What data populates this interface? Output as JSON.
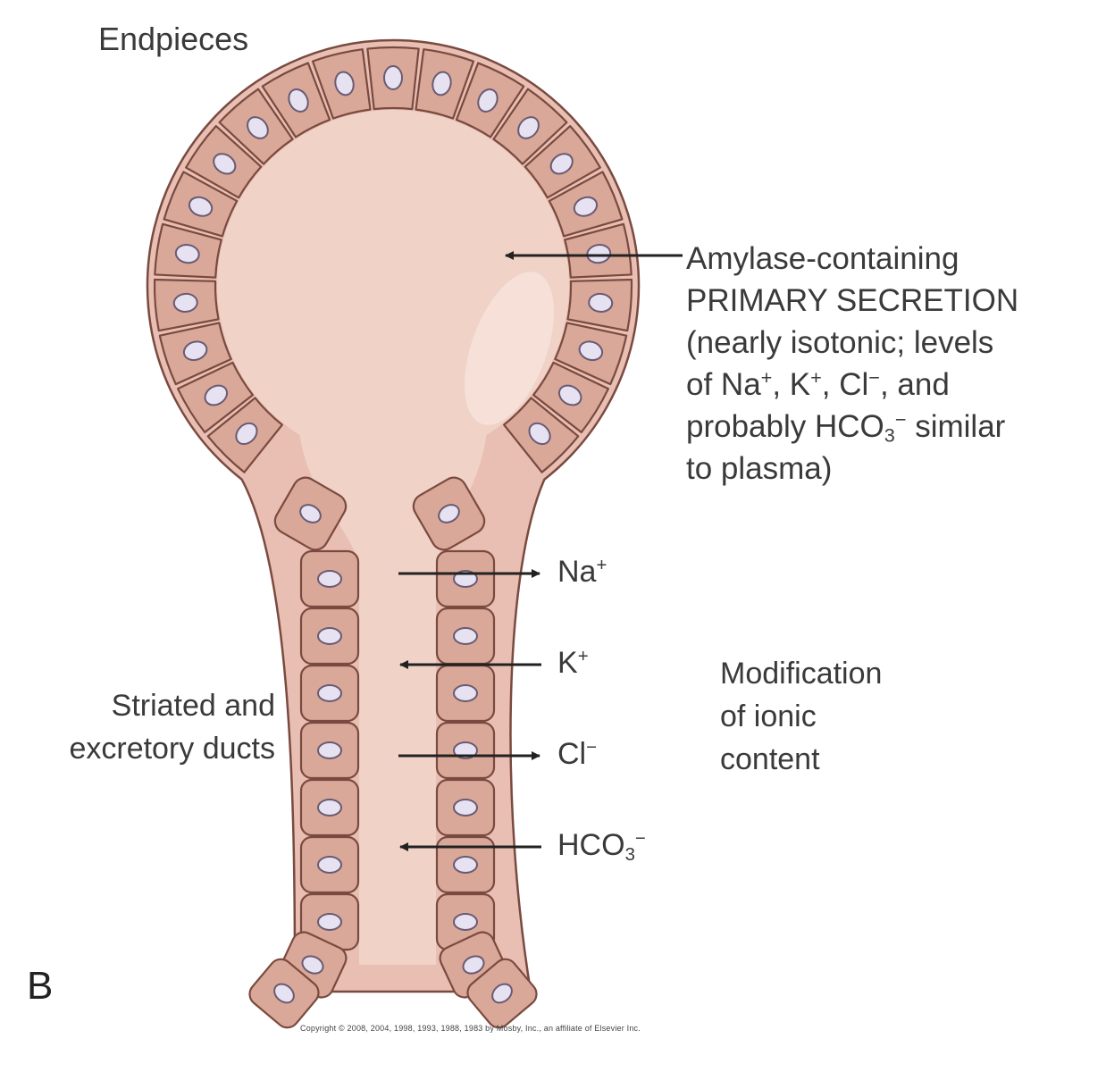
{
  "labels": {
    "endpieces": "Endpieces",
    "panel_letter": "B",
    "copyright": "Copyright © 2008, 2004, 1998, 1993, 1988, 1983 by Mosby, Inc., an affiliate of Elsevier Inc."
  },
  "amylase_note": {
    "line1": "Amylase-containing",
    "line2": "PRIMARY SECRETION",
    "line3": "(nearly isotonic; levels",
    "line4_pre": "of Na",
    "line4_sup1": "+",
    "line4_mid1": ", K",
    "line4_sup2": "+",
    "line4_mid2": ", Cl",
    "line4_sup3": "−",
    "line4_post": ", and",
    "line5_pre": "probably HCO",
    "line5_sub": "3",
    "line5_sup": "−",
    "line5_post": " similar",
    "line6": "to plasma)"
  },
  "modification": {
    "line1": "Modification",
    "line2": "of ionic",
    "line3": "content"
  },
  "ducts": {
    "line1": "Striated and",
    "line2": "excretory ducts"
  },
  "ions": [
    {
      "base": "Na",
      "sub": "",
      "sup": "+",
      "direction": "out"
    },
    {
      "base": "K",
      "sub": "",
      "sup": "+",
      "direction": "in"
    },
    {
      "base": "Cl",
      "sub": "",
      "sup": "−",
      "direction": "out"
    },
    {
      "base": "HCO",
      "sub": "3",
      "sup": "−",
      "direction": "in"
    }
  ],
  "colors": {
    "cell_fill": "#d9a898",
    "cell_stroke": "#7a4a40",
    "lumen": "#f0d2c6",
    "lumen_highlight": "#f8e4dc",
    "capsule": "#c48e80",
    "nucleus_fill": "#e6e2f2",
    "nucleus_stroke": "#6a5a72",
    "arrow": "#222222"
  }
}
